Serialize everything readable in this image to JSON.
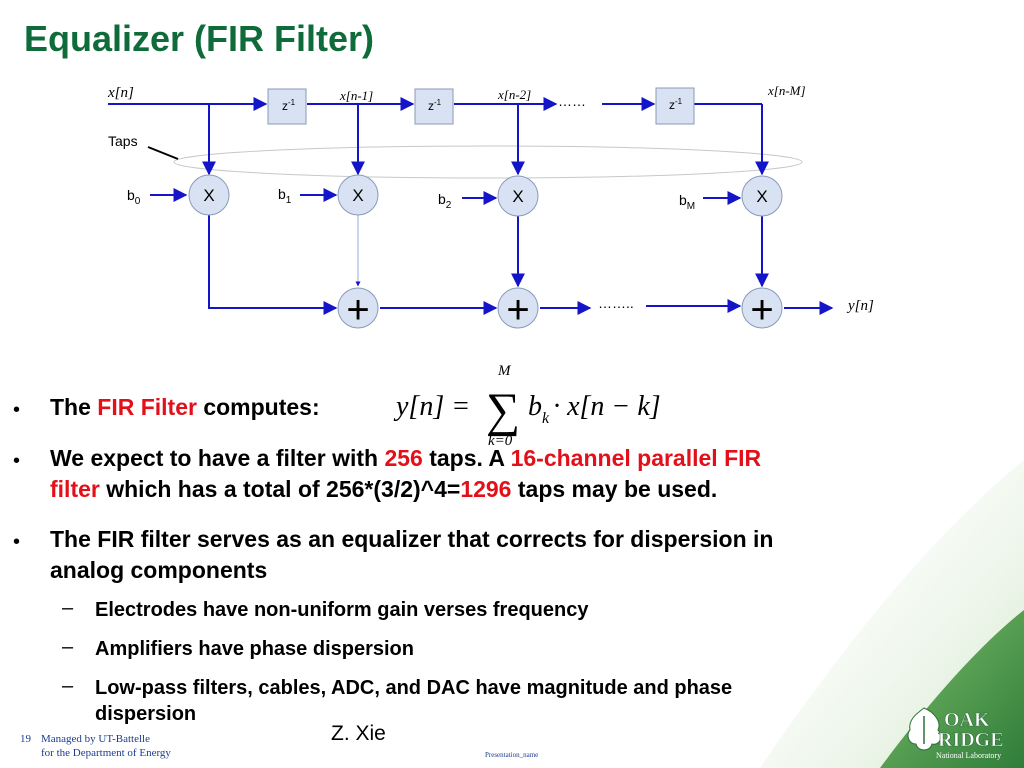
{
  "slide": {
    "title": "Equalizer (FIR Filter)",
    "author": "Z. Xie",
    "page_number": "19",
    "footer_line1": "Managed by UT-Battelle",
    "footer_line2": "for the Department of Energy",
    "footer_center": "Presentation_name",
    "logo": {
      "line1": "OAK",
      "line2": "RIDGE",
      "line3": "National Laboratory"
    }
  },
  "diagram": {
    "signal_labels": {
      "x_n": "x[n]",
      "x_n1": "x[n-1]",
      "x_n2": "x[n-2]",
      "x_nM": "x[n-M]",
      "y_n": "y[n]"
    },
    "delay_label": "z",
    "delay_exp": "-1",
    "taps_label": "Taps",
    "multiplier_symbol": "X",
    "adder_symbol": "+",
    "dots_top": "……",
    "dots_bottom": "……..",
    "coefficients": [
      {
        "base": "b",
        "sub": "0"
      },
      {
        "base": "b",
        "sub": "1"
      },
      {
        "base": "b",
        "sub": "2"
      },
      {
        "base": "b",
        "sub": "M"
      }
    ]
  },
  "equation": {
    "lhs": "y[n] =",
    "sum_top": "M",
    "sum_bottom": "k=0",
    "sigma": "∑",
    "rhs_b": "b",
    "rhs_k": "k",
    "rhs_rest": "· x[n − k]"
  },
  "bullets": {
    "b1_pre": "The ",
    "b1_red": "FIR Filter",
    "b1_post": " computes:",
    "b2_a": "We expect to have a filter with ",
    "b2_red1": "256",
    "b2_b": " taps. A ",
    "b2_red2": "16-channel parallel FIR",
    "b2_red3": "filter",
    "b2_c": " which has a total of 256*(3/2)^4=",
    "b2_red4": "1296",
    "b2_d": " taps may be used.",
    "b3_line1": "The FIR filter serves as an equalizer that corrects for dispersion in",
    "b3_line2": "analog components",
    "sub": [
      "Electrodes have non-uniform gain verses frequency",
      "Amplifiers have phase dispersion",
      "Low-pass filters, cables, ADC, and DAC have magnitude and phase",
      "dispersion"
    ]
  },
  "colors": {
    "title": "#0f6b3a",
    "highlight": "#e3101a",
    "arrow": "#1414c8",
    "node_fill": "#d8e2f2",
    "footer": "#1a3d8f"
  }
}
